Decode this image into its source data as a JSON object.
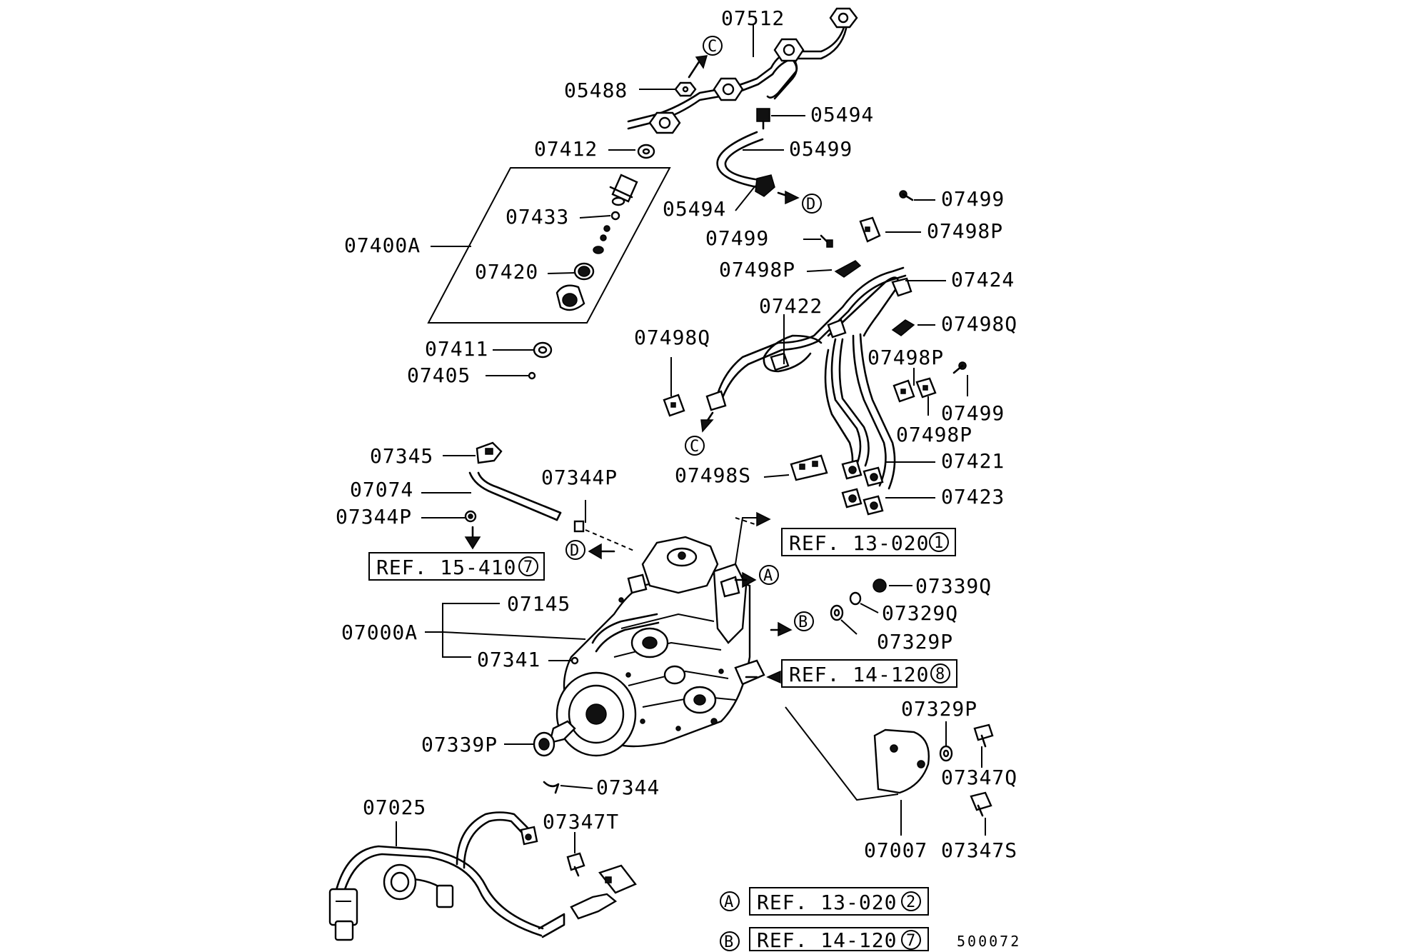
{
  "labels": {
    "p07512": "07512",
    "p05488": "05488",
    "p05494a": "05494",
    "p05499": "05499",
    "p07412": "07412",
    "p07433": "07433",
    "p07400A": "07400A",
    "p07420": "07420",
    "p05494b": "05494",
    "p07499a": "07499",
    "p07499b": "07499",
    "p07498Pa": "07498P",
    "p07498Pb": "07498P",
    "p07424": "07424",
    "p07422": "07422",
    "p07498Qa": "07498Q",
    "p07498Qb": "07498Q",
    "p07411": "07411",
    "p07405": "07405",
    "p07498Pc": "07498P",
    "p07499c": "07499",
    "p07498Pd": "07498P",
    "p07345": "07345",
    "p07421": "07421",
    "p07344Pa": "07344P",
    "p07074": "07074",
    "p07498S": "07498S",
    "p07423": "07423",
    "p07344Pb": "07344P",
    "p07339Q": "07339Q",
    "p07145": "07145",
    "p07329Q": "07329Q",
    "p07000A": "07000A",
    "p07329Pa": "07329P",
    "p07341": "07341",
    "p07329Pb": "07329P",
    "p07339P": "07339P",
    "p07347Q": "07347Q",
    "p07344": "07344",
    "p07025": "07025",
    "p07347T": "07347T",
    "p07007": "07007",
    "p07347S": "07347S"
  },
  "refs": {
    "r13020_1": "REF. 13-020",
    "r13020_1_num": "1",
    "r15410_7": "REF. 15-410",
    "r15410_7_num": "7",
    "r14120_8": "REF. 14-120",
    "r14120_8_num": "8",
    "legendA_letter": "A",
    "legendA": "REF. 13-020",
    "legendA_num": "2",
    "legendB_letter": "B",
    "legendB": "REF. 14-120",
    "legendB_num": "7"
  },
  "connectors": {
    "C": "C",
    "D": "D",
    "A": "A",
    "B": "B"
  },
  "figure_code": "500072"
}
